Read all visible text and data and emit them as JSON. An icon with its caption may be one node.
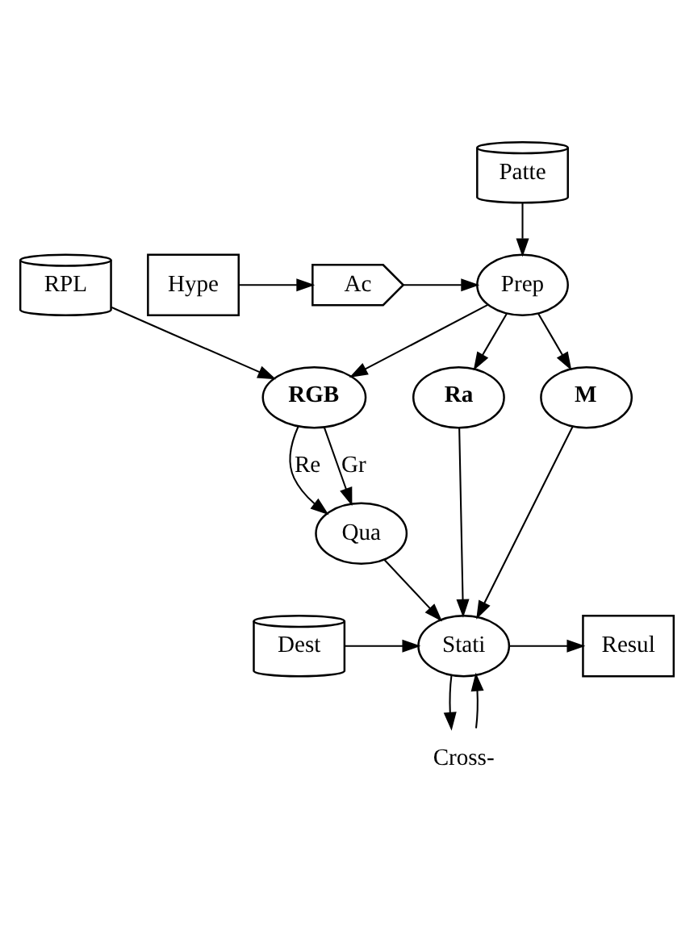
{
  "diagram": {
    "nodes": [
      {
        "text": [
          "Patte"
        ]
      },
      {
        "text": [
          "Hype"
        ]
      },
      {
        "text": [
          "Ac"
        ]
      },
      {
        "text": [
          "Prep"
        ]
      },
      {
        "text": [
          "RPL"
        ]
      },
      {
        "text": [
          "Ra"
        ]
      },
      {
        "text": [
          "M"
        ]
      },
      {
        "text": [
          "RGB"
        ]
      },
      {
        "text": [
          "Qua"
        ]
      },
      {
        "text": [
          "Resul"
        ]
      },
      {
        "text": [
          "Stati"
        ]
      },
      {
        "text": [
          "Dest"
        ]
      },
      {
        "text": [
          "Cross-"
        ]
      }
    ],
    "edges": [
      {
        "from": 0,
        "to": 3,
        "arrow": "to"
      },
      {
        "from": 1,
        "to": 2,
        "arrow": "to"
      },
      {
        "from": 2,
        "to": 3,
        "arrow": "to"
      },
      {
        "from": 3,
        "to": 5,
        "arrow": "to"
      },
      {
        "from": 3,
        "to": 6,
        "arrow": "to"
      },
      {
        "from": 3,
        "to": 7,
        "arrow": "to"
      },
      {
        "from": 4,
        "to": 7,
        "arrow": "to"
      },
      {
        "from": 7,
        "to": 8,
        "arrow": "to",
        "label": "Re"
      },
      {
        "from": 7,
        "to": 8,
        "arrow": "to",
        "label": "Gr"
      },
      {
        "from": 5,
        "to": 10,
        "arrow": "to"
      },
      {
        "from": 6,
        "to": 10,
        "arrow": "to"
      },
      {
        "from": 8,
        "to": 10,
        "arrow": "to"
      },
      {
        "from": 10,
        "to": 9,
        "arrow": "to"
      },
      {
        "from": 11,
        "to": 10,
        "arrow": "to"
      },
      {
        "from": 12,
        "to": 10,
        "arrow": "to"
      },
      {
        "from": 10,
        "to": 12,
        "arrow": "to"
      }
    ]
  }
}
